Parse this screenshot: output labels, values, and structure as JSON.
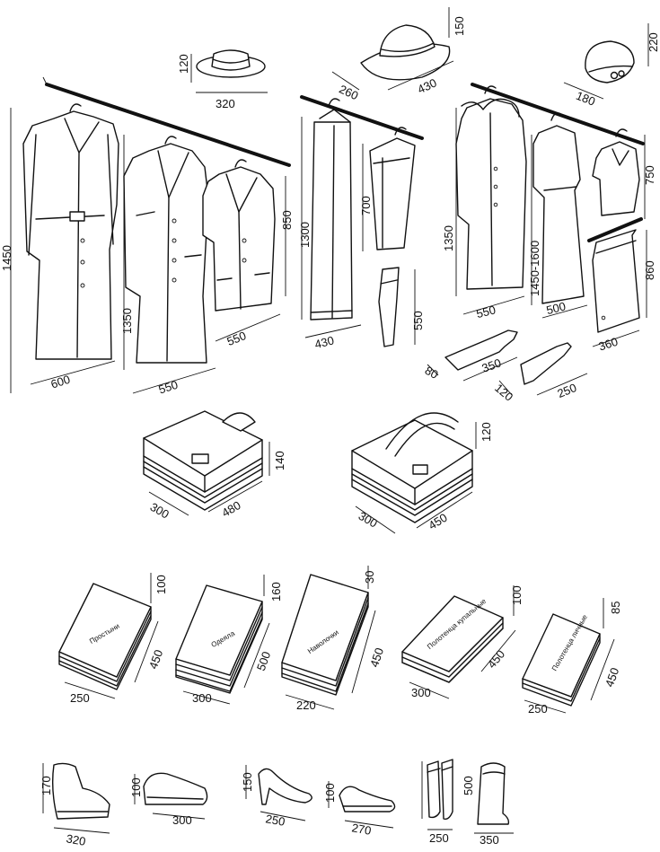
{
  "hats": {
    "hat_1": {
      "width": "320",
      "height": "120"
    },
    "hat_2": {
      "width": "430",
      "depth": "260",
      "height": "150"
    },
    "cap": {
      "width": "180",
      "height": "220"
    }
  },
  "hanging_men": {
    "coat_long": {
      "height": "1450",
      "width": "600"
    },
    "coat": {
      "height": "1350",
      "width": "550"
    },
    "jacket": {
      "height": "850",
      "width": "550"
    }
  },
  "hanging_trousers": {
    "trousers_long": {
      "height": "1300",
      "width": "430"
    },
    "trousers_folded": {
      "height": "700"
    },
    "tie": {
      "height": "550"
    }
  },
  "hanging_women": {
    "coat": {
      "height": "1350",
      "width": "550"
    },
    "dress": {
      "height": "1450-1600",
      "width": "500"
    },
    "blouse": {
      "height": "750"
    },
    "skirt": {
      "height": "860",
      "width": "360"
    }
  },
  "gloves": {
    "glove_1": {
      "length": "350",
      "width": "80"
    },
    "glove_2": {
      "length": "250",
      "width": "120"
    }
  },
  "shirts": {
    "stack_1": {
      "depth": "300",
      "width": "480",
      "height": "140"
    },
    "stack_2": {
      "depth": "300",
      "width": "450",
      "height": "120"
    }
  },
  "linen": [
    {
      "label": "Простыни",
      "height": "100",
      "length": "450",
      "width": "250"
    },
    {
      "label": "Одеяла",
      "height": "160",
      "length": "500",
      "width": "300"
    },
    {
      "label": "Наволочки",
      "height": "30",
      "length": "450",
      "width": "220"
    },
    {
      "label": "Полотенца купальные",
      "height": "100",
      "length": "450",
      "width": "300"
    },
    {
      "label": "Полотенца личные",
      "height": "85",
      "length": "450",
      "width": "250"
    }
  ],
  "shoes": [
    {
      "height": "170",
      "length": "320"
    },
    {
      "height": "100",
      "length": "300"
    },
    {
      "height": "150",
      "length": "250"
    },
    {
      "height": "100",
      "length": "270"
    },
    {
      "height": "500",
      "length": "250"
    },
    {
      "length": "350"
    }
  ]
}
